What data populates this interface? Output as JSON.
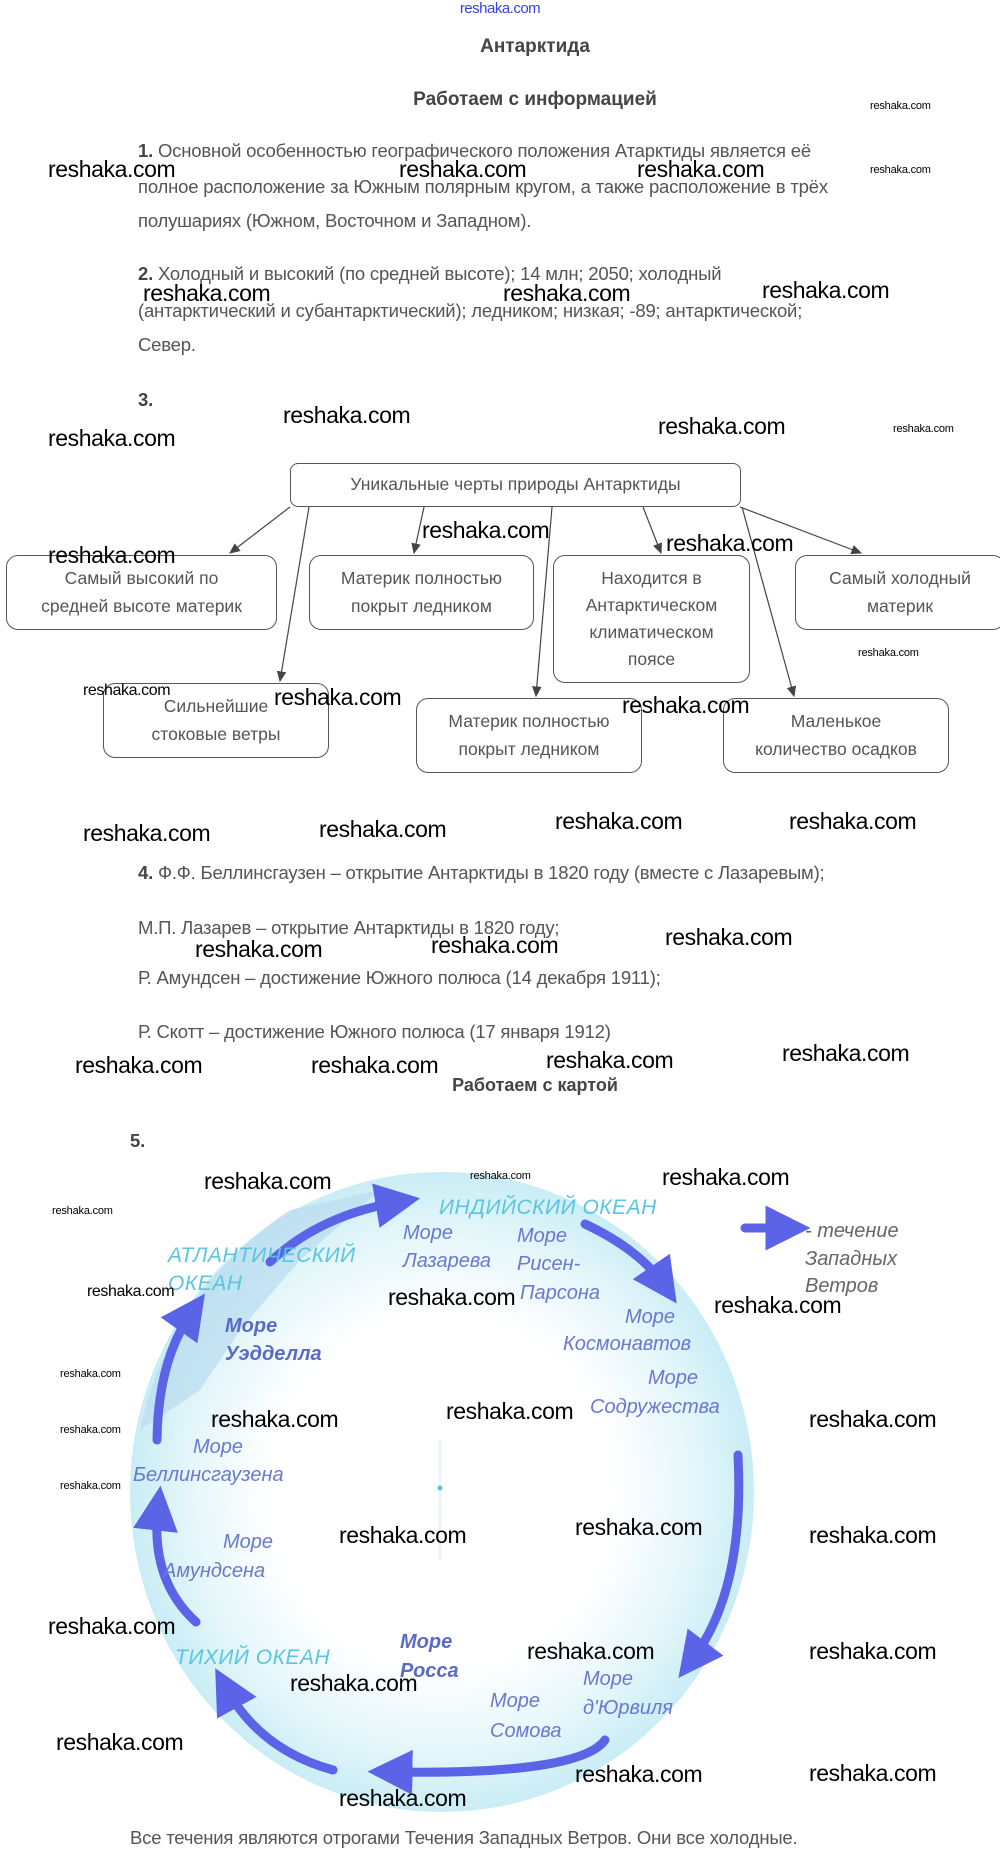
{
  "header": {
    "link": "reshaka.com",
    "title": "Антарктида",
    "section1": "Работаем с информацией",
    "section2": "Работаем с картой"
  },
  "watermark": "reshaka.com",
  "q1": {
    "num": "1.",
    "lines": [
      "Основной особенностью географического положения Атарктиды является её",
      "полное расположение за Южным полярным кругом, а также расположение в трёх",
      "полушариях (Южном, Восточном и Западном)."
    ]
  },
  "q2": {
    "num": "2.",
    "lines": [
      "Холодный и высокий (по средней высоте); 14 млн; 2050; холодный",
      "(антарктический и субантарктический); ледником; низкая; -89; антарктической;",
      "Север."
    ]
  },
  "q3": {
    "num": "3.",
    "root": "Уникальные черты природы Антарктиды",
    "boxes": [
      {
        "l1": "Самый высокий по",
        "l2": "средней высоте материк"
      },
      {
        "l1": "Материк полностью",
        "l2": "покрыт ледником"
      },
      {
        "l1": "Находится в",
        "l2": "Антарктическом",
        "l3": "климатическом",
        "l4": "поясе"
      },
      {
        "l1": "Самый холодный",
        "l2": "материк"
      },
      {
        "l1": "Сильнейшие",
        "l2": "стоковые ветры"
      },
      {
        "l1": "Материк полностью",
        "l2": "покрыт ледником"
      },
      {
        "l1": "Маленькое",
        "l2": "количество осадков"
      }
    ]
  },
  "q4": {
    "num": "4.",
    "lines": [
      "Ф.Ф. Беллинсгаузен – открытие Антарктиды в 1820 году (вместе с Лазаревым);",
      "М.П. Лазарев – открытие Антарктиды в 1820 году;",
      "Р. Амундсен – достижение Южного полюса (14 декабря 1911);",
      "Р. Скотт – достижение Южного полюса (17 января 1912)"
    ]
  },
  "q5": {
    "num": "5.",
    "map": {
      "oceans": [
        "ИНДИЙСКИЙ ОКЕАН",
        "АТЛАНТИЧЕСКИЙ",
        "ОКЕАН",
        "ТИХИЙ ОКЕАН"
      ],
      "seas": [
        "Море",
        "Лазарева",
        "Море",
        "Рисен-",
        "Парсона",
        "Море",
        "Космонавтов",
        "Море",
        "Содружества",
        "Море",
        "Уэдделла",
        "Море",
        "Беллинсгаузена",
        "Море",
        "Амундсена",
        "Море",
        "Росса",
        "Море",
        "д'Юрвиля",
        "Море",
        "Сомова"
      ],
      "legend": [
        "- течение",
        "Западных",
        "Ветров"
      ],
      "arrow_color": "#5b63e6"
    },
    "conclusion": "Все течения являются отрогами Течения Западных Ветров. Они все холодные."
  }
}
